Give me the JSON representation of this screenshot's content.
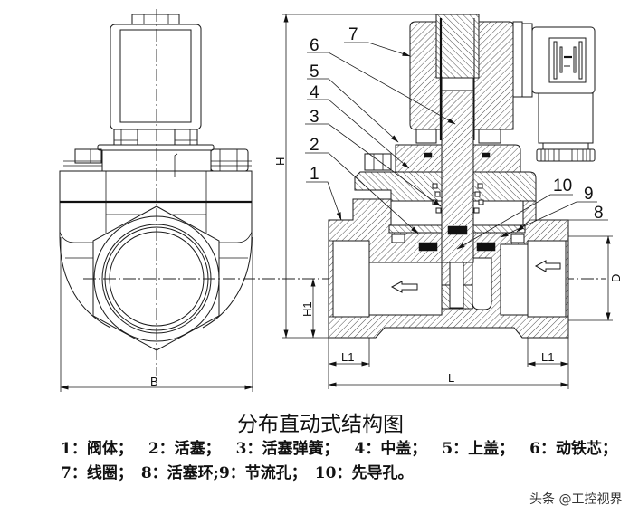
{
  "figure": {
    "title": "分布直动式结构图",
    "legend": {
      "line1": [
        "1：阀体；",
        "2：活塞；",
        "3：活塞弹簧；",
        "4：中盖；",
        "5：上盖；",
        "6：动铁芯；"
      ],
      "line2": [
        "7：线圈；",
        "8：活塞环;9：节流孔；",
        "10：先导孔。"
      ]
    },
    "callouts": {
      "c1": "1",
      "c2": "2",
      "c3": "3",
      "c4": "4",
      "c5": "5",
      "c6": "6",
      "c7": "7",
      "c8": "8",
      "c9": "9",
      "c10": "10"
    },
    "dimensions": {
      "H": "H",
      "H1": "H1",
      "D": "D",
      "L": "L",
      "L1_left": "L1",
      "L1_right": "L1",
      "B": "B"
    },
    "flow_direction": "right-to-left"
  },
  "watermark": "头条 @工控视界"
}
